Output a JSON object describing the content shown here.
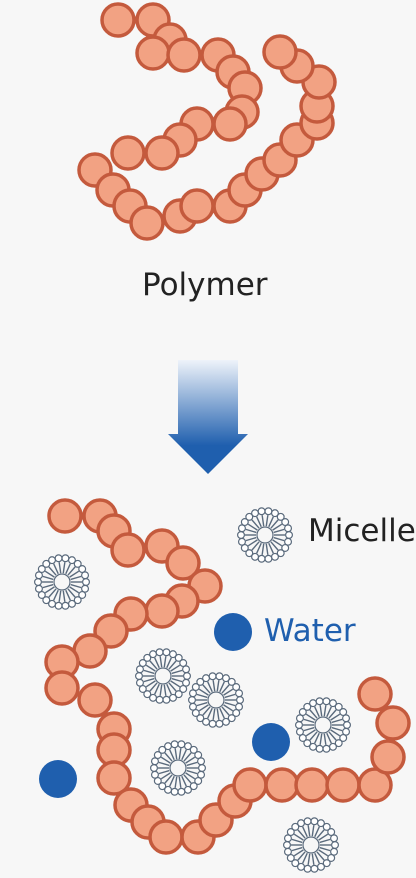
{
  "labels": {
    "polymer": "Polymer",
    "micelle": "Micelle",
    "water": "Water"
  },
  "colors": {
    "bead_fill": "#f2a283",
    "bead_stroke": "#c45a3d",
    "water": "#1f5fae",
    "arrow_top": "#eef3fa",
    "arrow_bottom": "#1f5fae",
    "micelle_stroke": "#5a6a7c",
    "text": "#222222"
  }
}
